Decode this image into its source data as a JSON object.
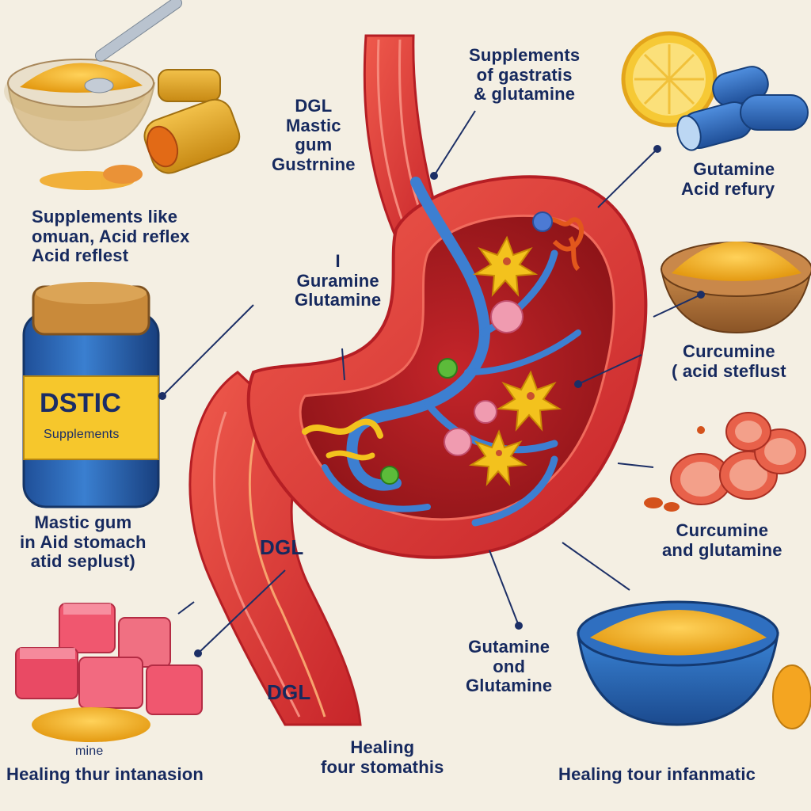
{
  "labels": {
    "top_center": "Supplements\nof gastratis\n& glutamine",
    "dgl_list": "DGL\nMastic\ngum\nGustrnine",
    "left_supp": "Supplements like\nomuan, Acid reflex\nAcid reflest",
    "mid_glut": "I\nGuramine\nGlutamine",
    "right_top": "Gutamine\nAcid refury",
    "jar_brand": "DSTIC",
    "jar_sub": "Supplements",
    "curcumine_1": "Curcumine\n( acid steflust",
    "mastic_left": "Mastic gum\nin Aid stomach\natid seplust)",
    "dgl_mid": "DGL",
    "curcumine_2": "Curcumine\nand glutamine",
    "gut_bottom": "Gutamine\nond\nGlutamine",
    "dgl_bottom": "DGL",
    "cubes_cap": "mine",
    "heal_left": "Healing thur intanasion",
    "heal_center": "Healing\nfour stomathis",
    "heal_right": "Healing tour infanmatic"
  },
  "colors": {
    "background": "#f4efe3",
    "label_text": "#1c2f66",
    "stomach_red": "#d9322e",
    "stomach_inner": "#a8171c",
    "vessel_blue": "#3d7fd1",
    "turmeric": "#f0b21c",
    "capsule_blue": "#2a5fae"
  }
}
